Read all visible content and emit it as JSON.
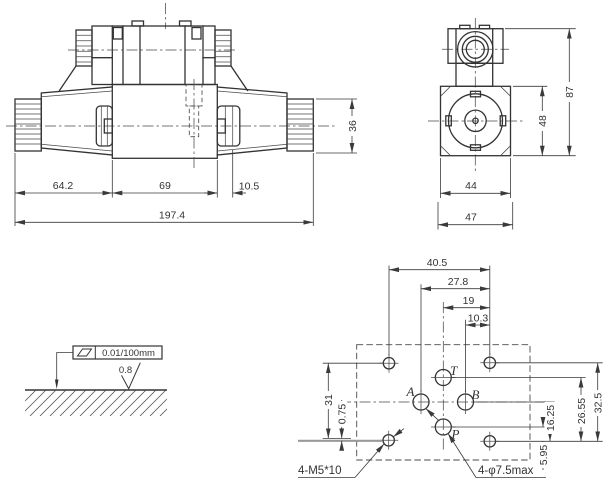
{
  "drawing_type": "valve-dimensional-drawing",
  "colors": {
    "line": "#333333",
    "background": "#ffffff",
    "reference_gray": "#9a9a9a"
  },
  "front_view": {
    "dims": {
      "left_solenoid": "64.2",
      "body_length": "69",
      "right_overhang": "10.5",
      "overall_length": "197.4",
      "solenoid_diameter": "36"
    }
  },
  "side_view": {
    "dims": {
      "body_width": "44",
      "overall_width": "47",
      "body_height": "48",
      "overall_height": "87"
    }
  },
  "mounting_view": {
    "dims": {
      "holes_span": "40.5",
      "port_a_offset": "27.8",
      "centerline_offset": "19",
      "port_b_offset": "10.3",
      "holes_vertical": "31",
      "hole_line_offset": "0.75",
      "ab_line_height": "16.25",
      "t_line_height": "26.55",
      "hole_line_height": "32.5",
      "p_line_offset": "5.95"
    },
    "ports": {
      "a": "A",
      "b": "B",
      "p": "P",
      "t": "T"
    },
    "notes": {
      "mounting_holes": "4-M5*10",
      "port_holes": "4-φ7.5max"
    }
  },
  "surface_spec": {
    "flatness": "0.01/100mm",
    "roughness": "0.8"
  }
}
